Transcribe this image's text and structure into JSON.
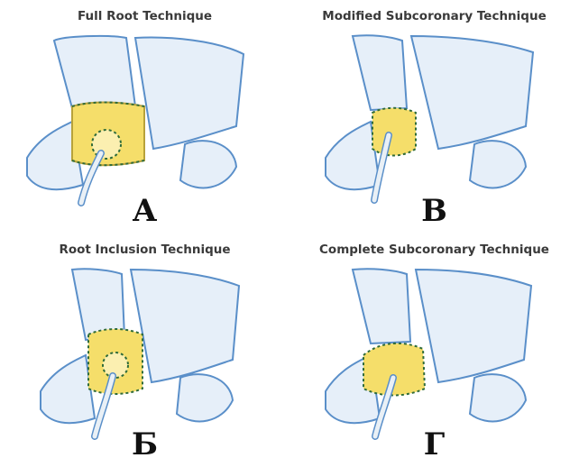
{
  "panels": [
    {
      "title": "Full Root Technique",
      "letter": "А"
    },
    {
      "title": "Modified Subcoronary Technique",
      "letter": "В"
    },
    {
      "title": "Root Inclusion Technique",
      "letter": "Б"
    },
    {
      "title": "Complete Subcoronary Technique",
      "letter": "Г"
    }
  ],
  "colors": {
    "tissue_outline": "#5a8fc9",
    "tissue_fill": "#e6eff9",
    "graft_fill": "#f5de6a",
    "graft_outline": "#b8a23a",
    "suture": "#2f6b3a",
    "vessel": "#e9f0f6"
  }
}
